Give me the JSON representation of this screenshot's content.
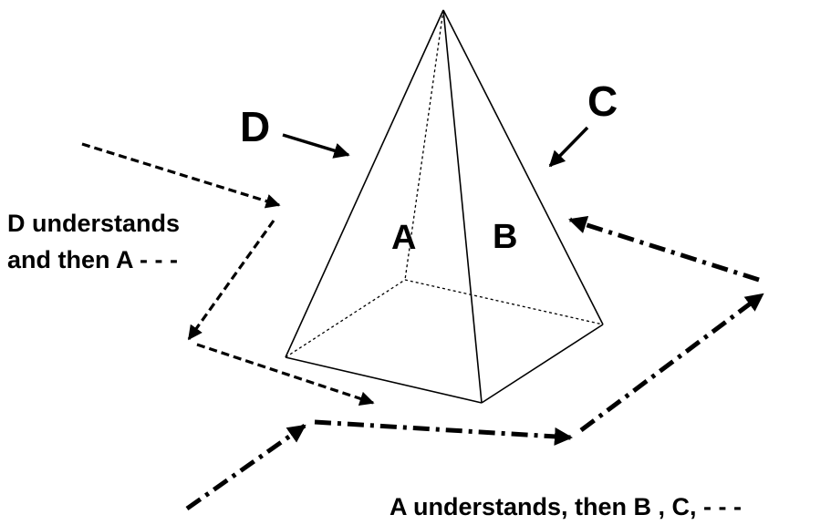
{
  "labels": {
    "face_a": "A",
    "face_b": "B",
    "edge_c": "C",
    "edge_d": "D"
  },
  "captions": {
    "d_path_line1": "D understands",
    "d_path_line2": "and then A - - -",
    "a_path": "A understands, then B , C, - - -"
  },
  "colors": {
    "stroke": "#000000",
    "background": "#ffffff"
  }
}
